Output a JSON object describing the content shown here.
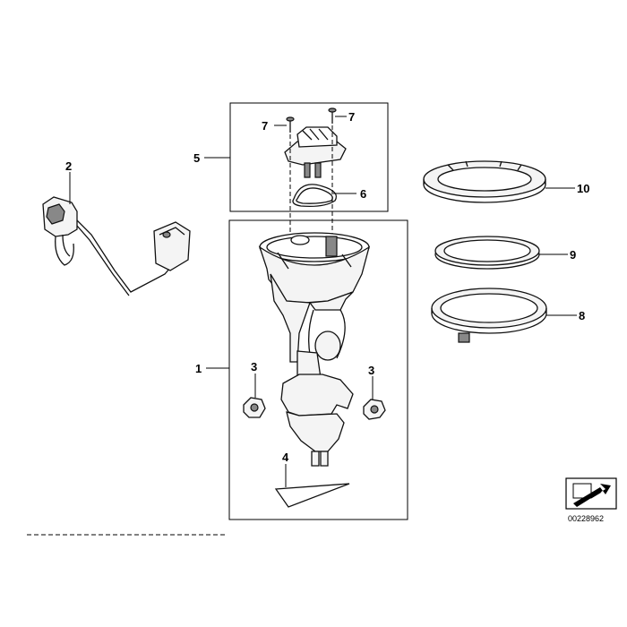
{
  "diagram": {
    "callouts": {
      "c1": "1",
      "c2": "2",
      "c3a": "3",
      "c3b": "3",
      "c4": "4",
      "c5": "5",
      "c6": "6",
      "c7a": "7",
      "c7b": "7",
      "c8": "8",
      "c9": "9",
      "c10": "10"
    },
    "reference_number": "00228962"
  }
}
